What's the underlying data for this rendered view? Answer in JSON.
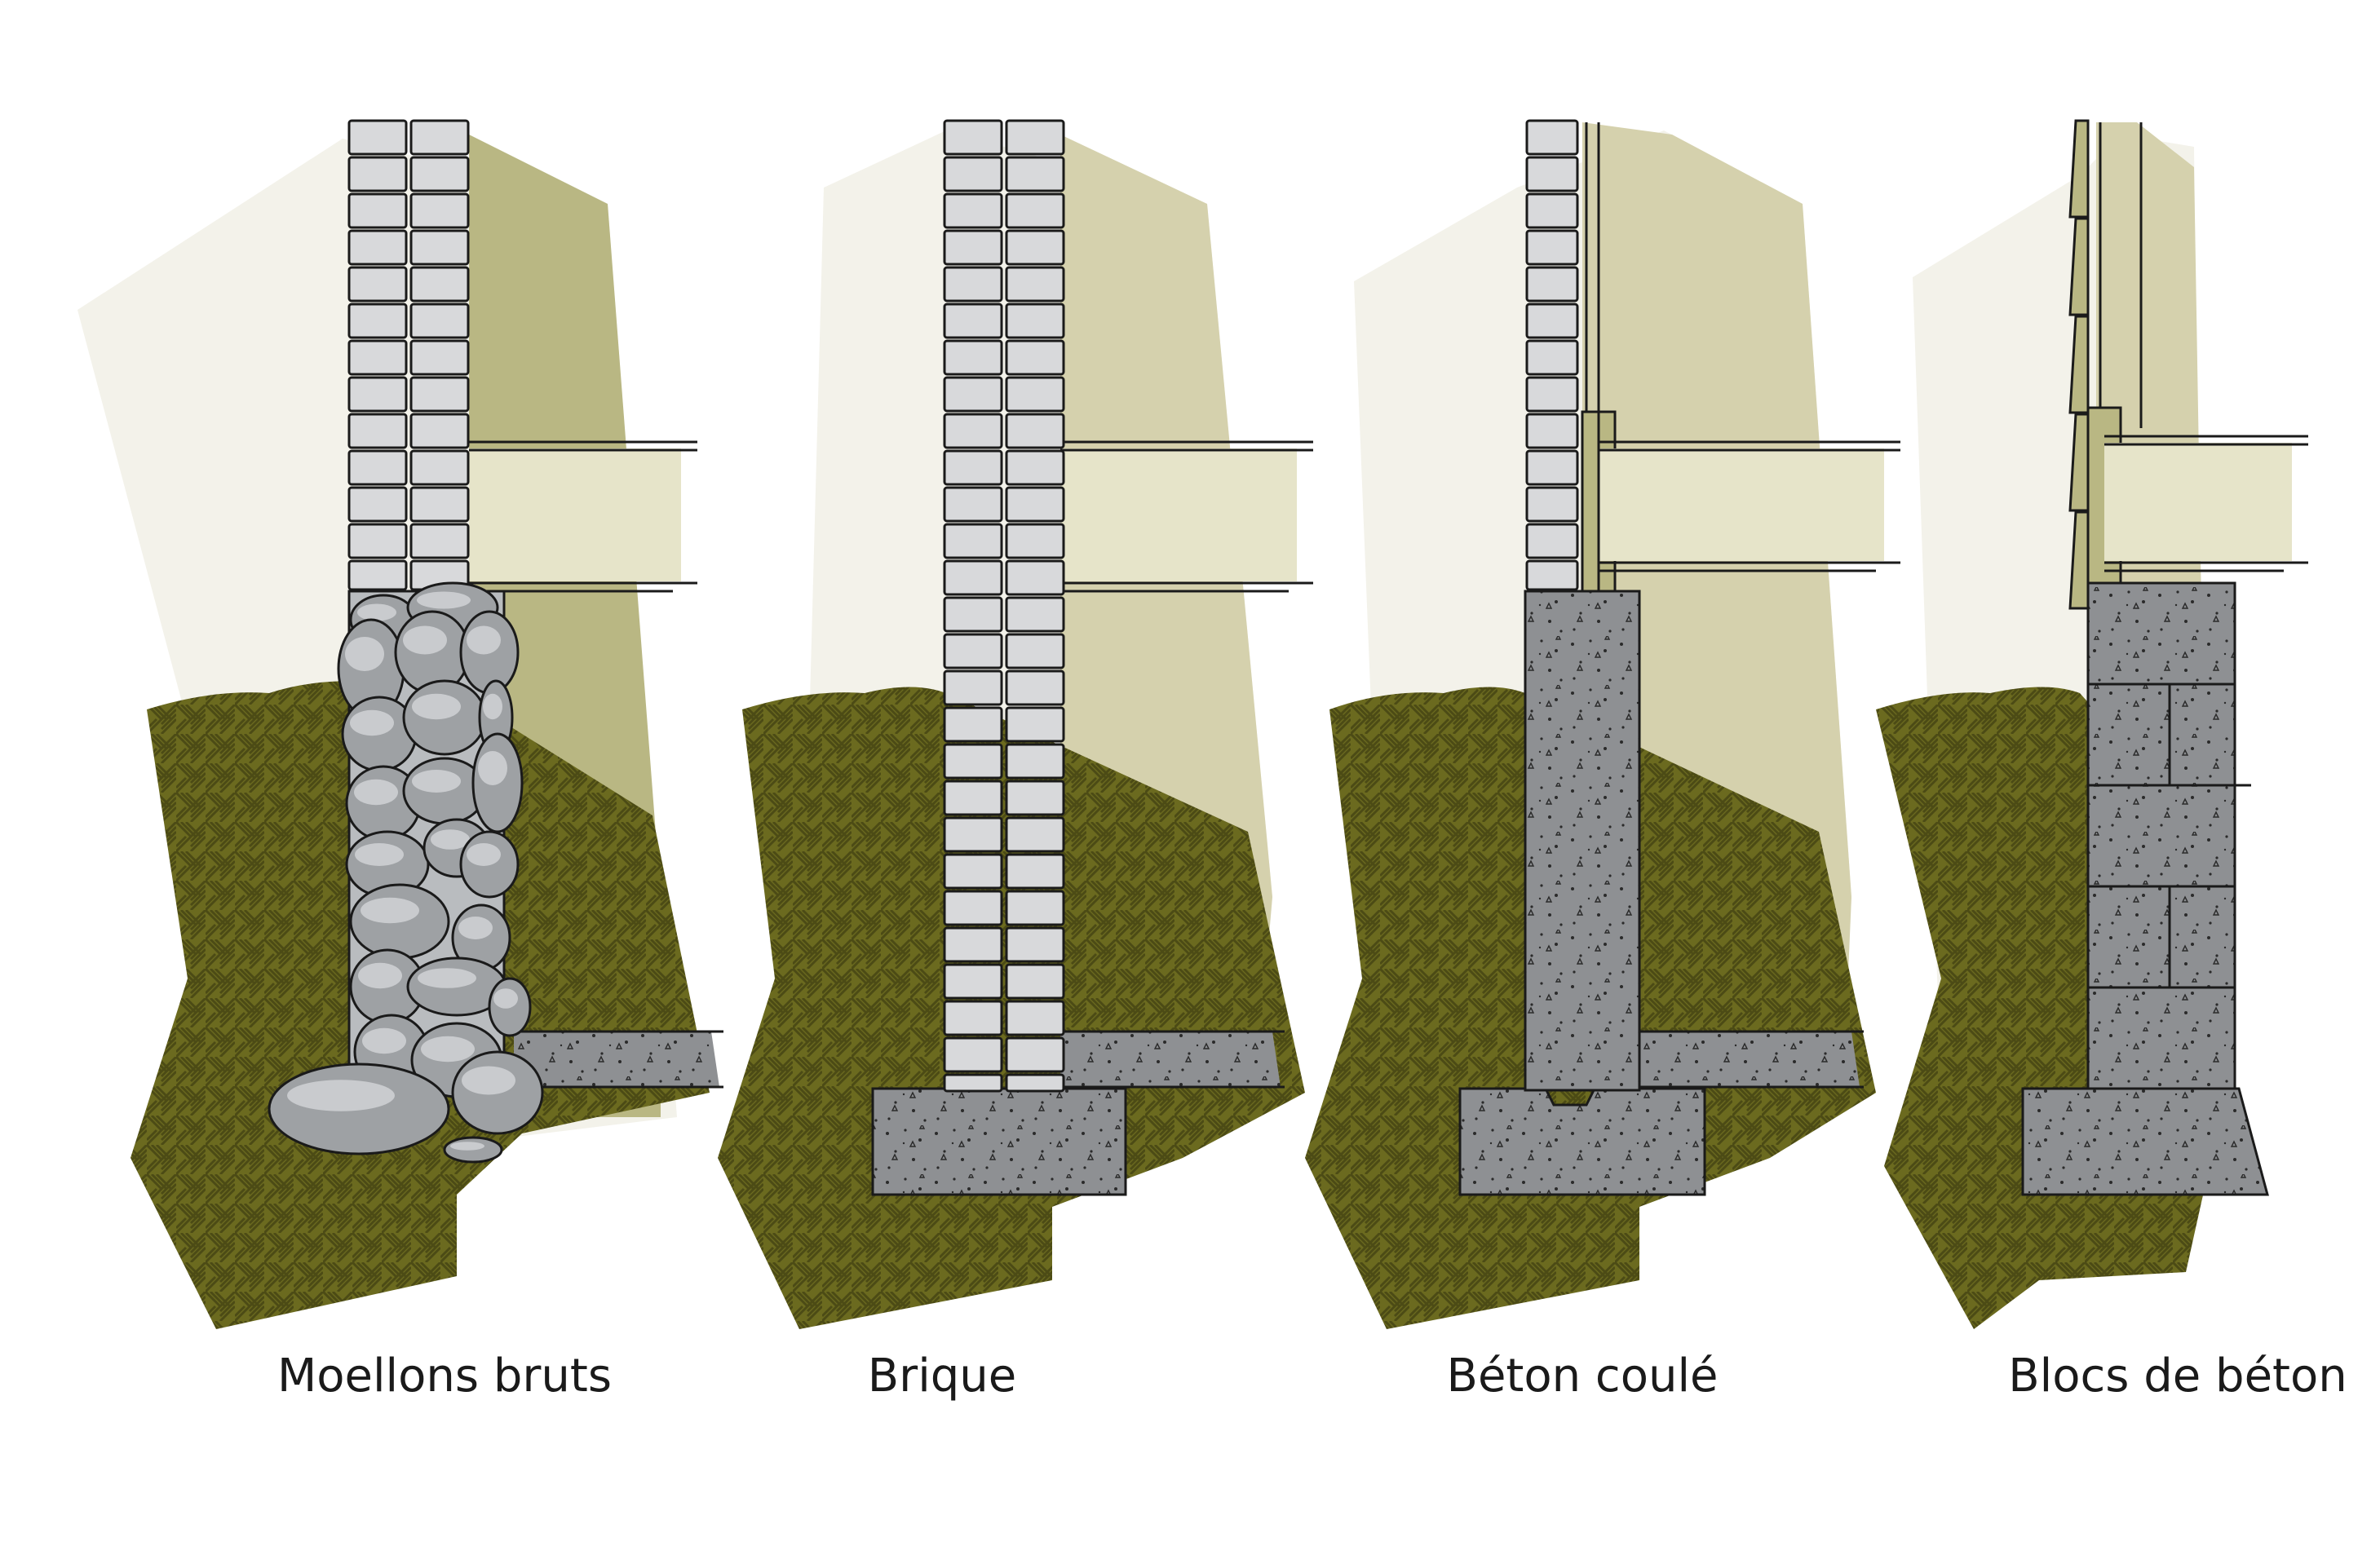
{
  "diagram": {
    "panels": [
      {
        "id": "rubble",
        "label": "Moellons bruts"
      },
      {
        "id": "brick",
        "label": "Brique"
      },
      {
        "id": "poured",
        "label": "Béton coulé"
      },
      {
        "id": "blocks",
        "label": "Blocs de béton"
      }
    ]
  },
  "palette": {
    "soil": "#6b6a1f",
    "soil_hatch": "#4a4914",
    "interior_dark": "#b9b783",
    "interior_light": "#d5d1ad",
    "sky": "#f3f2ea",
    "joist": "#e6e4c9",
    "brick": "#d8d9db",
    "stone": "#9ea1a4",
    "concrete": "#8e9093",
    "outline": "#1a1a1a"
  },
  "icons": {
    "soil": "diagonal-weave-hatch",
    "concrete": "dots-and-triangles-stipple"
  }
}
